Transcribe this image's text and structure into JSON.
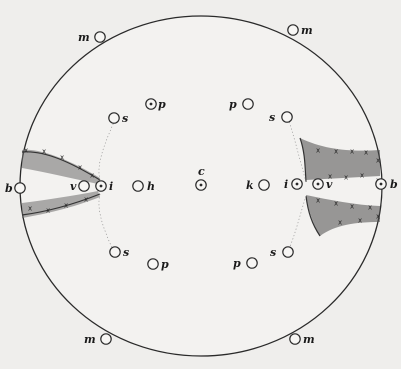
{
  "diagram": {
    "points": [
      {
        "id": "m-top-left",
        "label": "m"
      },
      {
        "id": "m-top-right",
        "label": "m"
      },
      {
        "id": "s-upper-left",
        "label": "s"
      },
      {
        "id": "p-upper-left",
        "label": "p"
      },
      {
        "id": "p-upper-right",
        "label": "p"
      },
      {
        "id": "s-upper-right",
        "label": "s"
      },
      {
        "id": "c-center",
        "label": "c"
      },
      {
        "id": "b-left",
        "label": "b"
      },
      {
        "id": "v-left",
        "label": "v"
      },
      {
        "id": "i-left",
        "label": "i"
      },
      {
        "id": "h-left",
        "label": "h"
      },
      {
        "id": "k-right",
        "label": "k"
      },
      {
        "id": "i-right",
        "label": "i"
      },
      {
        "id": "v-right",
        "label": "v"
      },
      {
        "id": "b-right",
        "label": "b"
      },
      {
        "id": "s-lower-left",
        "label": "s"
      },
      {
        "id": "p-lower-left",
        "label": "p"
      },
      {
        "id": "p-lower-right",
        "label": "p"
      },
      {
        "id": "s-lower-right",
        "label": "s"
      },
      {
        "id": "m-bottom-left",
        "label": "m"
      },
      {
        "id": "m-bottom-right",
        "label": "m"
      }
    ],
    "marker": "x"
  }
}
